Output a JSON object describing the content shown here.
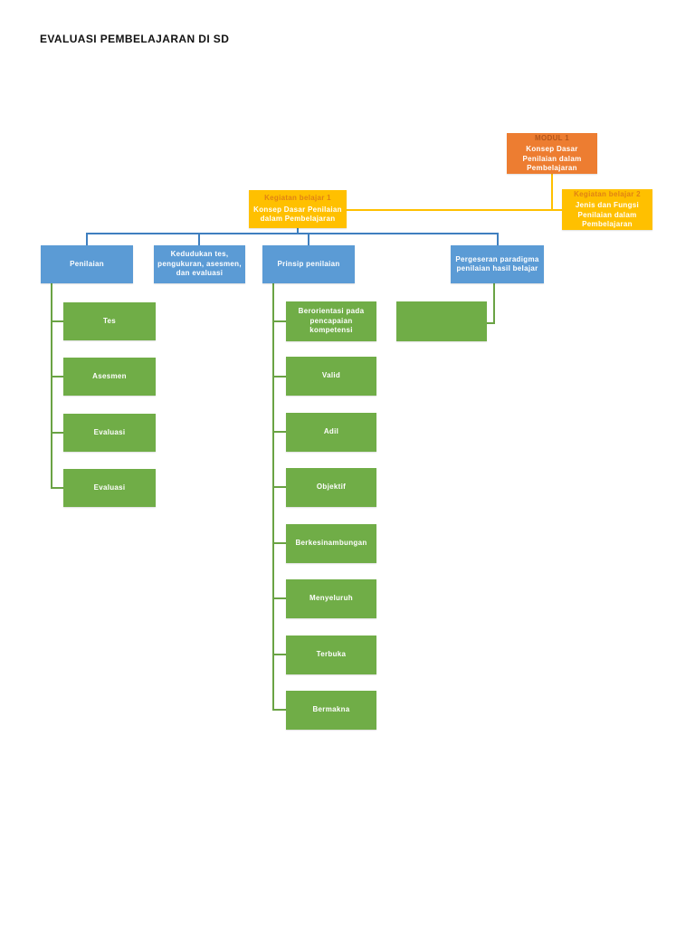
{
  "page": {
    "title": "EVALUASI PEMBELAJARAN DI SD"
  },
  "palette": {
    "orange": "#ED7D31",
    "yellow": "#FFC000",
    "blue": "#5B9BD5",
    "green": "#70AD47",
    "connector_yellow": "#FFC000",
    "connector_blue": "#3F7FBF",
    "connector_green": "#6AA344",
    "title_on_orange": "#B4561C",
    "title_on_yellow": "#E08214",
    "text_on_boxes": "#FFFFFF"
  },
  "diagram": {
    "modul1": {
      "title": "MODUL 1",
      "body": "Konsep Dasar Penilaian dalam Pembelajaran"
    },
    "kegiatan1": {
      "title": "Kegiatan belajar 1",
      "body": "Konsep Dasar Penilaian dalam Pembelajaran"
    },
    "kegiatan2": {
      "title": "Kegiatan belajar 2",
      "body": "Jenis dan Fungsi Penilaian dalam Pembelajaran"
    },
    "level3": [
      "Penilaian",
      "Kedudukan tes, pengukuran, asesmen, dan evaluasi",
      "Prinsip penilaian",
      "Pergeseran paradigma penilaian hasil belajar"
    ],
    "penilaian_children": [
      "Tes",
      "Asesmen",
      "Evaluasi",
      "Evaluasi"
    ],
    "prinsip_children": [
      "Berorientasi pada pencapaian kompetensi",
      "Valid",
      "Adil",
      "Objektif",
      "Berkesinambungan",
      "Menyeluruh",
      "Terbuka",
      "Bermakna"
    ],
    "pergeseran_children": [
      ""
    ]
  }
}
